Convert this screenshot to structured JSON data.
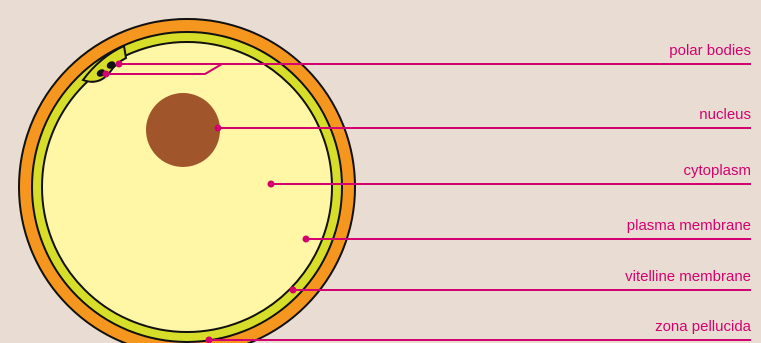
{
  "diagram": {
    "labels": {
      "polar_bodies": "polar bodies",
      "nucleus": "nucleus",
      "cytoplasm": "cytoplasm",
      "plasma_membrane": "plasma membrane",
      "vitelline_membrane": "vitelline membrane",
      "zona_pellucida": "zona pellucida"
    }
  },
  "colors": {
    "background": "#e8dcd3",
    "zona_pellucida": "#f5961e",
    "vitelline_membrane": "#d6de2a",
    "cytoplasm": "#fff7a6",
    "nucleus": "#a0552a",
    "leader_lines": "#d4006f",
    "outline": "#111111"
  }
}
